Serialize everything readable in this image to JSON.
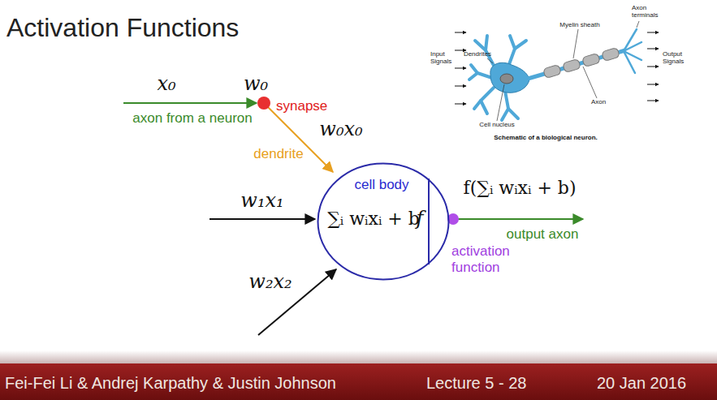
{
  "diagram": {
    "title": "Activation Functions",
    "nodes": [
      {
        "text": [
          "cell body",
          "∑ᵢ wᵢxᵢ + b",
          "f"
        ]
      },
      {
        "text": [
          "Fei-Fei Li & Andrej Karpathy & Justin Johnson",
          "Lecture 5 - 28",
          "20 Jan 2016"
        ]
      }
    ],
    "labels": [
      "x₀",
      "w₀",
      "synapse",
      "axon from a neuron",
      "w₀x₀",
      "dendrite",
      "f(∑ᵢ wᵢxᵢ + b)",
      "output axon",
      "activation function",
      "w₁x₁",
      "w₂x₂",
      "Input Signals",
      "Dendrites",
      "Myelin sheath",
      "Axon terminals",
      "Output Signals",
      "Axon",
      "Cell nucleus",
      "Schematic of a biological neuron."
    ]
  }
}
